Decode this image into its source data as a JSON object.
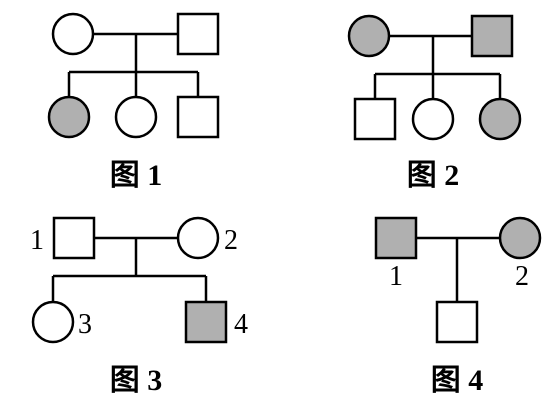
{
  "colors": {
    "affected": "#b0b0b0",
    "unaffected": "#ffffff",
    "line": "#000000"
  },
  "pedigrees": [
    {
      "caption": "图 1",
      "parents": {
        "mother": "unaffected",
        "father": "unaffected"
      },
      "children": [
        {
          "sex": "female",
          "status": "affected"
        },
        {
          "sex": "female",
          "status": "unaffected"
        },
        {
          "sex": "male",
          "status": "unaffected"
        }
      ]
    },
    {
      "caption": "图 2",
      "parents": {
        "mother": "affected",
        "father": "affected"
      },
      "children": [
        {
          "sex": "male",
          "status": "unaffected"
        },
        {
          "sex": "female",
          "status": "unaffected"
        },
        {
          "sex": "female",
          "status": "affected"
        }
      ]
    },
    {
      "caption": "图 3",
      "parents": {
        "father": "unaffected",
        "mother": "unaffected",
        "father_label": "1",
        "mother_label": "2"
      },
      "children": [
        {
          "sex": "female",
          "status": "unaffected",
          "label": "3"
        },
        {
          "sex": "male",
          "status": "affected",
          "label": "4"
        }
      ]
    },
    {
      "caption": "图 4",
      "parents": {
        "father": "affected",
        "mother": "affected",
        "father_label": "1",
        "mother_label": "2"
      },
      "children": [
        {
          "sex": "male",
          "status": "unaffected"
        }
      ]
    }
  ]
}
